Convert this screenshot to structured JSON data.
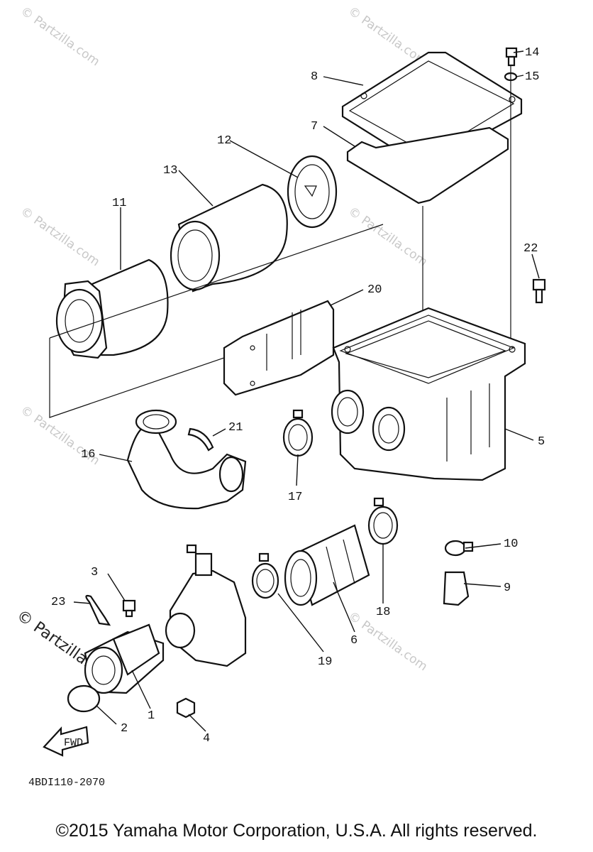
{
  "callouts": [
    {
      "id": "1",
      "text": "1"
    },
    {
      "id": "2",
      "text": "2"
    },
    {
      "id": "3",
      "text": "3"
    },
    {
      "id": "4",
      "text": "4"
    },
    {
      "id": "5",
      "text": "5"
    },
    {
      "id": "6",
      "text": "6"
    },
    {
      "id": "7",
      "text": "7"
    },
    {
      "id": "8",
      "text": "8"
    },
    {
      "id": "9",
      "text": "9"
    },
    {
      "id": "10",
      "text": "10"
    },
    {
      "id": "11",
      "text": "11"
    },
    {
      "id": "12",
      "text": "12"
    },
    {
      "id": "13",
      "text": "13"
    },
    {
      "id": "14",
      "text": "14"
    },
    {
      "id": "15",
      "text": "15"
    },
    {
      "id": "16",
      "text": "16"
    },
    {
      "id": "17",
      "text": "17"
    },
    {
      "id": "18",
      "text": "18"
    },
    {
      "id": "19",
      "text": "19"
    },
    {
      "id": "20",
      "text": "20"
    },
    {
      "id": "21",
      "text": "21"
    },
    {
      "id": "22",
      "text": "22"
    },
    {
      "id": "23",
      "text": "23"
    }
  ],
  "diagram_code": "4BDI110-2070",
  "fwd_label": "FWD",
  "watermark": "© Partzilla.com",
  "copyright": "©2015 Yamaha Motor Corporation, U.S.A. All rights reserved."
}
